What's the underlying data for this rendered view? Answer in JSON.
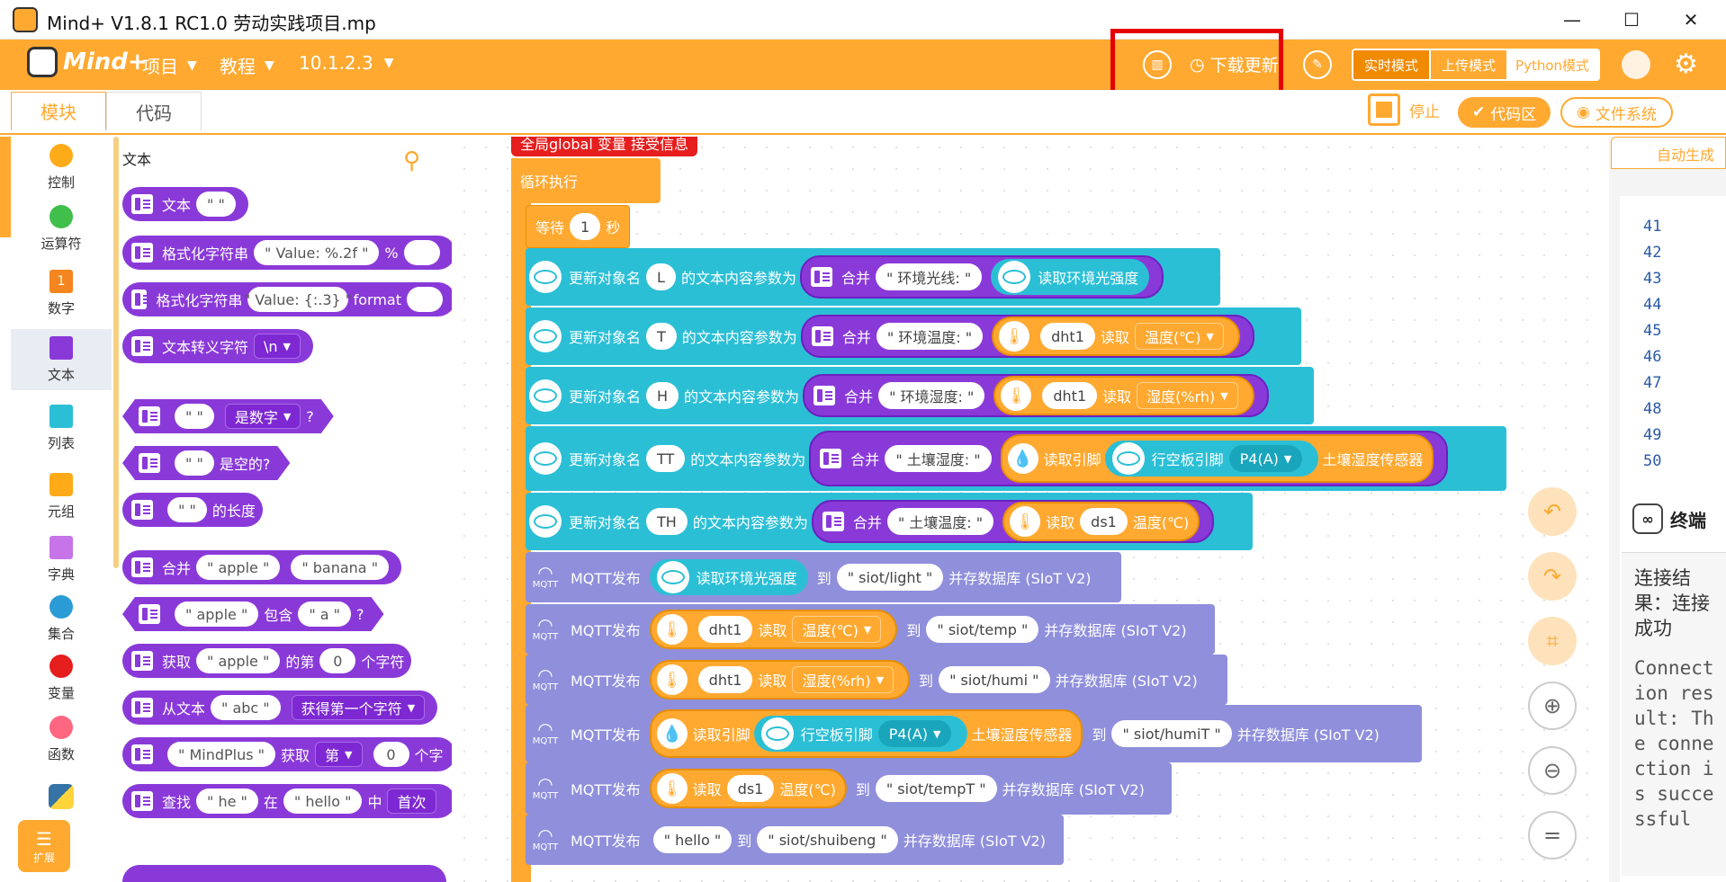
{
  "window": {
    "title": "Mind+ V1.8.1 RC1.0   劳动实践项目.mp",
    "minimize": "—",
    "maximize": "☐",
    "close": "✕"
  },
  "topbar": {
    "logo": "Mind+",
    "menus": [
      {
        "label": "项目"
      },
      {
        "label": "教程"
      },
      {
        "label": "10.1.2.3"
      }
    ],
    "download_update": "下载更新",
    "modes": {
      "realtime": "实时模式",
      "upload": "上传模式",
      "python": "Python模式"
    }
  },
  "subbar": {
    "tab_blocks": "模块",
    "tab_code": "代码",
    "stop": "停止",
    "code_area": "代码区",
    "file_system": "文件系统"
  },
  "categories": [
    {
      "label": "控制",
      "color": "#ffab19"
    },
    {
      "label": "运算符",
      "color": "#40bf4a"
    },
    {
      "label": "数字",
      "color": "#f5861f"
    },
    {
      "label": "文本",
      "color": "#8a39d9"
    },
    {
      "label": "列表",
      "color": "#2bbfd6"
    },
    {
      "label": "元组",
      "color": "#ffab19"
    },
    {
      "label": "字典",
      "color": "#c774e8"
    },
    {
      "label": "集合",
      "color": "#2b9bd6"
    },
    {
      "label": "变量",
      "color": "#e61e1e"
    },
    {
      "label": "函数",
      "color": "#ff6680"
    }
  ],
  "extension": "扩展",
  "palette": {
    "title": "文本",
    "blocks": {
      "text": {
        "label": "文本",
        "value": "\"    \""
      },
      "format1": {
        "label": "格式化字符串",
        "v1": "\" Value: %.2f \"",
        "op": "%"
      },
      "format2": {
        "label": "格式化字符串",
        "v1": "\" Value: {:.3} \"",
        "op": "format"
      },
      "escape": {
        "label": "文本转义字符",
        "v1": "\\n"
      },
      "isnum": {
        "v1": "\"    \"",
        "label": "是数字",
        "q": "?"
      },
      "isempty": {
        "v1": "\"    \"",
        "label": "是空的?"
      },
      "length": {
        "v1": "\"    \"",
        "label": "的长度"
      },
      "join": {
        "label": "合并",
        "v1": "\" apple \"",
        "v2": "\" banana \""
      },
      "contains": {
        "v1": "\" apple \"",
        "label": "包含",
        "v2": "\" a \"",
        "q": "?"
      },
      "charat": {
        "label": "获取",
        "v1": "\" apple \"",
        "l2": "的第",
        "v2": "0",
        "l3": "个字符"
      },
      "fromtext": {
        "label": "从文本",
        "v1": "\" abc \"",
        "v2": "获得第一个字符"
      },
      "getnth": {
        "v1": "\" MindPlus \"",
        "label": "获取",
        "v2": "第",
        "v3": "0",
        "l3": "个字"
      },
      "find": {
        "label": "查找",
        "v1": "\" he \"",
        "l2": "在",
        "v2": "\" hello \"",
        "l3": "中",
        "v3": "首次"
      }
    }
  },
  "workspace": {
    "hat": "全局global  变量 接受信息",
    "loop": "循环执行",
    "wait": {
      "label": "等待",
      "value": "1",
      "unit": "秒"
    },
    "update_label": "更新对象名",
    "content_label": "的文本内容参数为",
    "join_label": "合并",
    "read_label": "读取",
    "updates": [
      {
        "obj": "L",
        "prefix": "\" 环境光线: \"",
        "sensor": "读取环境光强度"
      },
      {
        "obj": "T",
        "prefix": "\" 环境温度: \"",
        "dev": "dht1",
        "field": "温度(℃)"
      },
      {
        "obj": "H",
        "prefix": "\" 环境湿度: \"",
        "dev": "dht1",
        "field": "湿度(%rh)"
      },
      {
        "obj": "TT",
        "prefix": "\" 土壤湿度: \"",
        "pin_label": "读取引脚",
        "board": "行空板引脚",
        "pin": "P4(A)",
        "sensor": "土壤湿度传感器"
      },
      {
        "obj": "TH",
        "prefix": "\" 土壤温度: \"",
        "dev": "ds1",
        "field": "温度(℃)"
      }
    ],
    "mqtt_label": "MQTT发布",
    "to_label": "到",
    "save_label": "并存数据库 (SIoT V2)",
    "mqtt": [
      {
        "src": "读取环境光强度",
        "topic": "\" siot/light \""
      },
      {
        "dev": "dht1",
        "field": "温度(℃)",
        "topic": "\" siot/temp \""
      },
      {
        "dev": "dht1",
        "field": "湿度(%rh)",
        "topic": "\" siot/humi \""
      },
      {
        "pin_label": "读取引脚",
        "board": "行空板引脚",
        "pin": "P4(A)",
        "sensor": "土壤湿度传感器",
        "topic": "\" siot/humiT \""
      },
      {
        "dev": "ds1",
        "field": "温度(℃)",
        "topic": "\" siot/tempT \""
      },
      {
        "src": "\" hello \"",
        "topic": "\" siot/shuibeng \""
      }
    ],
    "mqtt_icon_text": "MQTT"
  },
  "right_panel": {
    "auto_gen": "自动生成",
    "line_numbers": [
      "41",
      "42",
      "43",
      "44",
      "45",
      "46",
      "47",
      "48",
      "49",
      "50"
    ],
    "terminal_title": "终端",
    "terminal_text_cn": "连接结果：连接成功",
    "terminal_text_en": "Connection result: The connection is successful"
  }
}
